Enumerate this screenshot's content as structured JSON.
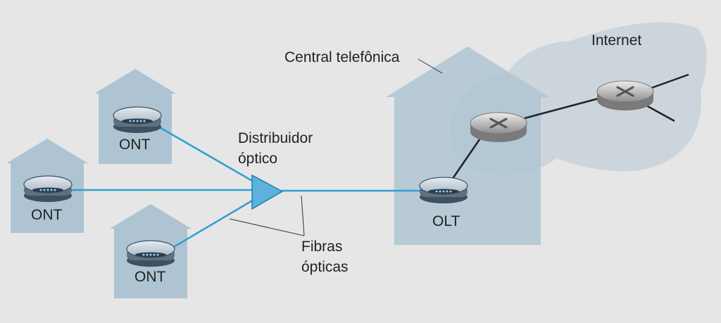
{
  "labels": {
    "internet": "Internet",
    "central": "Central telefônica",
    "splitter_line1": "Distribuidor",
    "splitter_line2": "óptico",
    "fibers_line1": "Fibras",
    "fibers_line2": "ópticas",
    "ont_top": "ONT",
    "ont_left": "ONT",
    "ont_bottom": "ONT",
    "olt": "OLT"
  },
  "colors": {
    "background": "#e6e6e6",
    "house": "#aec4d2",
    "cloud": "#c9d3da",
    "fiber": "#2e9fd2",
    "splitter": "#5cb1de",
    "router": "#9a9a9a"
  },
  "icons": {
    "ont_device": "modem-icon",
    "olt_device": "modem-icon",
    "router": "router-icon"
  }
}
